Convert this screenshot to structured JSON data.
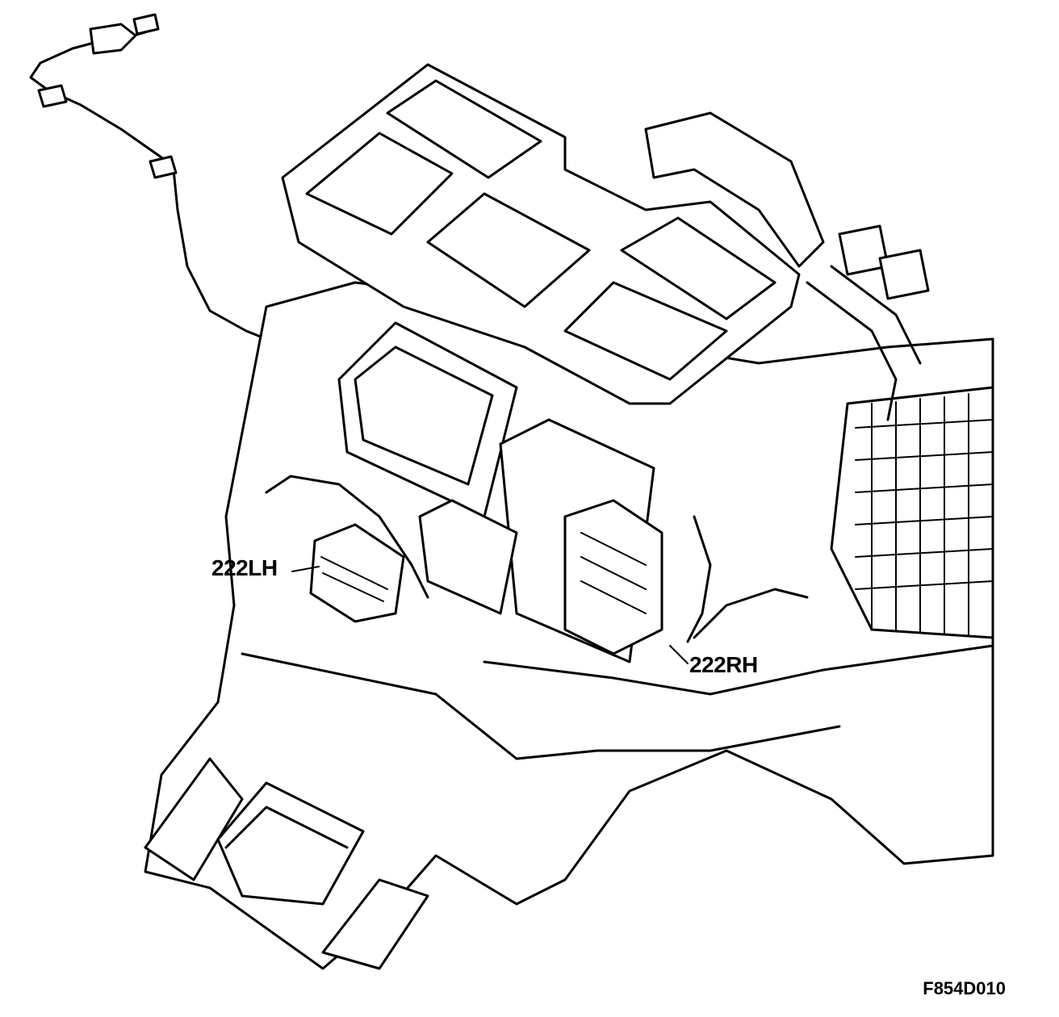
{
  "labels": {
    "left_actuator": "222LH",
    "right_actuator": "222RH"
  },
  "figure_code": "F854D010",
  "colors": {
    "line": "#000000",
    "background": "#ffffff"
  }
}
